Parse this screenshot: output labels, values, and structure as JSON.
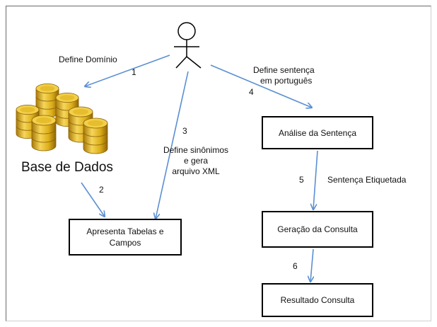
{
  "actor_icon": "stick-figure-user-icon",
  "database_icon": "stacked-gold-cylinders-database-icon",
  "database_label": "Base de Dados",
  "nodes": {
    "apresenta": "Apresenta Tabelas e Campos",
    "analise": "Análise da Sentença",
    "geracao": "Geração da Consulta",
    "resultado": "Resultado Consulta"
  },
  "edges": {
    "e1": {
      "number": "1",
      "label": "Define Domínio"
    },
    "e2": {
      "number": "2"
    },
    "e3": {
      "number": "3",
      "label_lines": [
        "Define sinônimos",
        "e gera",
        "arquivo XML"
      ]
    },
    "e4": {
      "number": "4",
      "label_lines": [
        "Define sentença",
        "em português"
      ]
    },
    "e5": {
      "number": "5",
      "label": "Sentença Etiquetada"
    },
    "e6": {
      "number": "6"
    }
  },
  "colors": {
    "arrow": "#5b8fd2",
    "box_border": "#000000",
    "cylinder_gold": "#e0b61e"
  }
}
